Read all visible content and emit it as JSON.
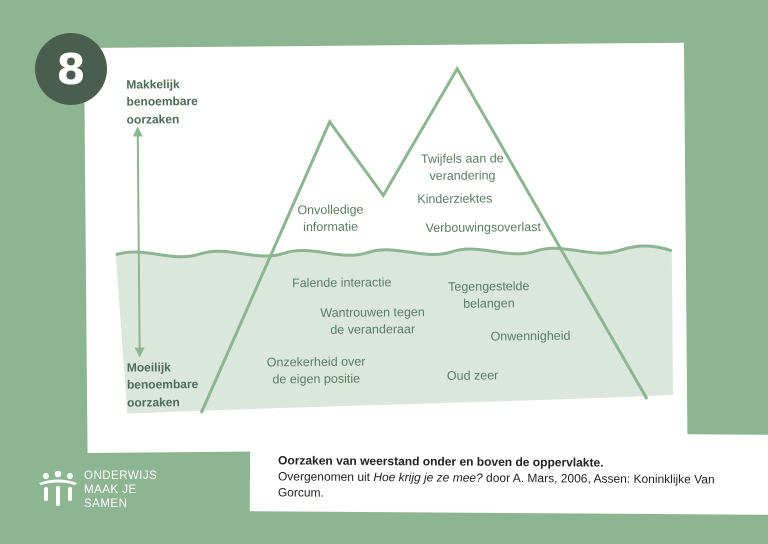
{
  "badge": {
    "number": "8"
  },
  "diagram": {
    "top_label": [
      "Makkelijk",
      "benoembare",
      "oorzaken"
    ],
    "bottom_label": [
      "Moeilijk",
      "benoembare",
      "oorzaken"
    ],
    "above_surface": [
      {
        "lines": [
          "Onvolledige",
          "informatie"
        ]
      },
      {
        "lines": [
          "Twijfels aan de",
          "verandering"
        ]
      },
      {
        "lines": [
          "Kinderziektes"
        ]
      },
      {
        "lines": [
          "Verbouwingsoverlast"
        ]
      }
    ],
    "below_surface": [
      {
        "lines": [
          "Falende interactie"
        ]
      },
      {
        "lines": [
          "Tegengestelde",
          "belangen"
        ]
      },
      {
        "lines": [
          "Wantrouwen tegen",
          "de veranderaar"
        ]
      },
      {
        "lines": [
          "Onwennigheid"
        ]
      },
      {
        "lines": [
          "Onzekerheid over",
          "de eigen positie"
        ]
      },
      {
        "lines": [
          "Oud zeer"
        ]
      }
    ],
    "colors": {
      "water": "#dbe7dd",
      "line": "#8db592",
      "text": "#5a7d62"
    }
  },
  "caption": {
    "title": "Oorzaken van weerstand onder en boven de oppervlakte.",
    "text_before": "Overgenomen uit ",
    "book_title": "Hoe krijg je ze mee?",
    "text_after": " door A. Mars, 2006, Assen: Koninklijke Van Gorcum."
  },
  "logo": {
    "lines": [
      "ONDERWIJS",
      "MAAK JE",
      "SAMEN"
    ]
  }
}
